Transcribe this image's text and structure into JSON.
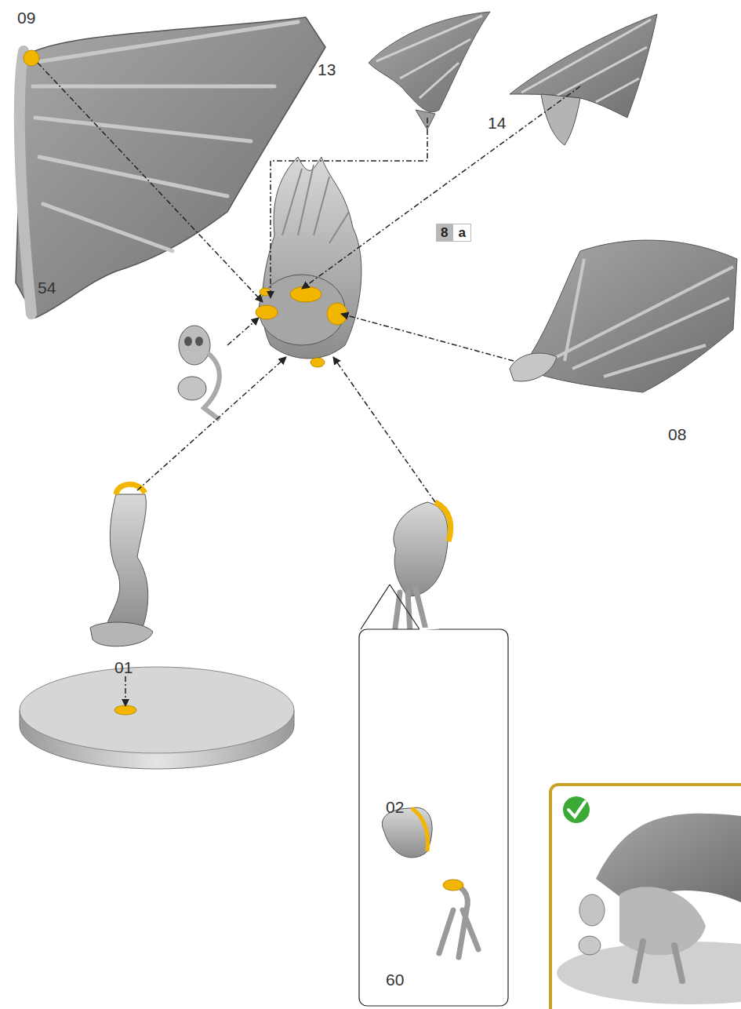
{
  "diagram": {
    "labels": [
      "09",
      "13",
      "14",
      "8",
      "a",
      "54",
      "08",
      "01",
      "02",
      "60"
    ]
  }
}
